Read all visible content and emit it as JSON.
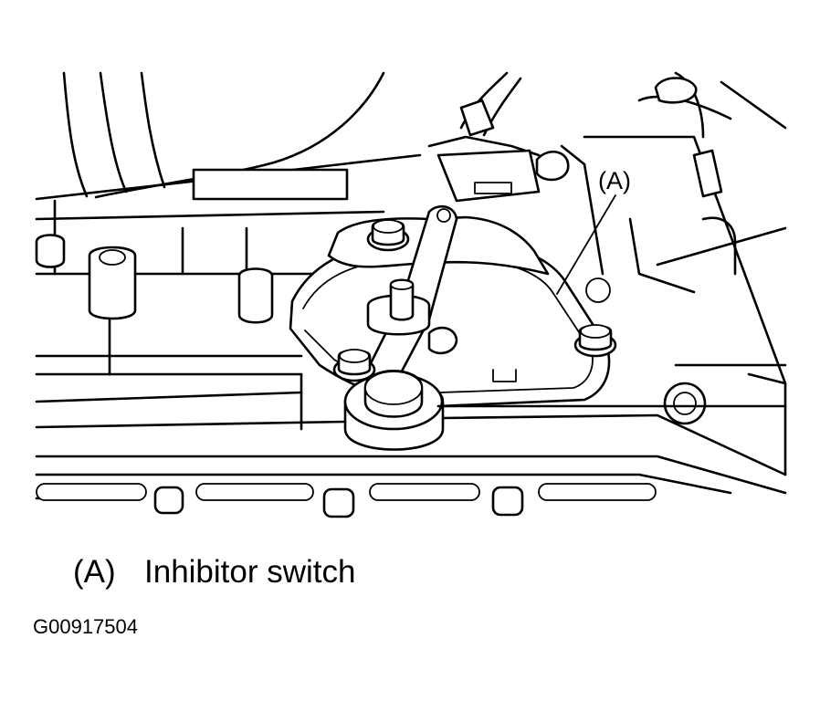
{
  "diagram": {
    "callout_label": "(A)",
    "legend": {
      "key": "(A)",
      "text": "Inhibitor switch"
    },
    "figure_code": "G00917504"
  }
}
